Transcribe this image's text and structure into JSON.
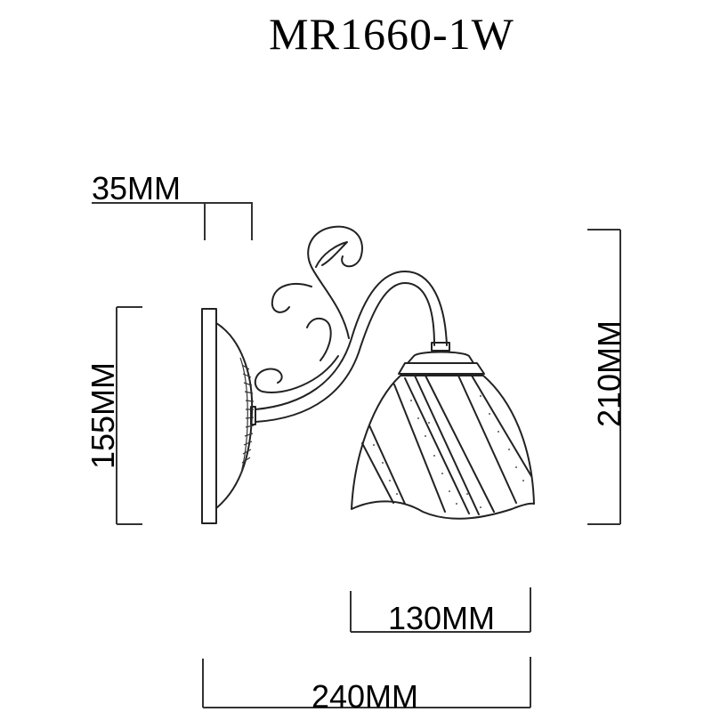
{
  "title": "MR1660-1W",
  "dimensions": {
    "backplate_depth": "35MM",
    "backplate_height": "155MM",
    "total_height": "210MM",
    "shade_width": "130MM",
    "total_width": "240MM"
  },
  "colors": {
    "line": "#222222",
    "background": "#ffffff"
  }
}
